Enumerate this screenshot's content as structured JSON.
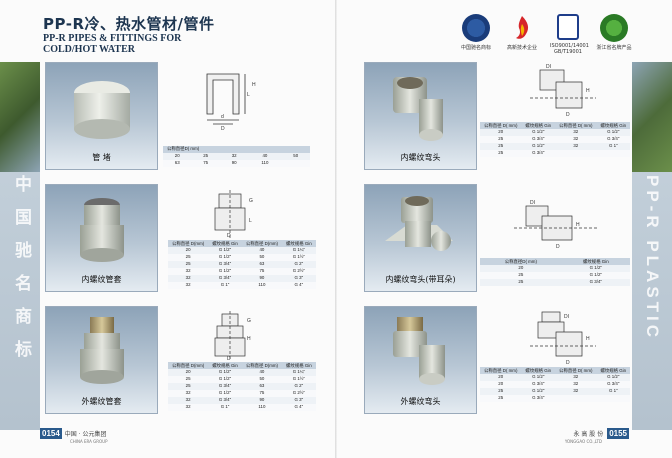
{
  "header": {
    "title_cn": "PP-R冷、热水管材/管件",
    "title_en_1": "PP-R PIPES & FITTINGS FOR",
    "title_en_2": "COLD/HOT WATER",
    "certs": [
      "中国驰名商标",
      "高新技术企业",
      "ISO9001/14001 GB/T19001",
      "浙江省名牌产品"
    ]
  },
  "side": {
    "left_vertical": "中国驰名商标",
    "right_vertical": "PP-R PLASTIC"
  },
  "products": [
    {
      "name": "管 堵"
    },
    {
      "name": "内螺纹管套"
    },
    {
      "name": "外螺纹管套"
    },
    {
      "name": "内螺纹弯头"
    },
    {
      "name": "内螺纹弯头(带耳朵)"
    },
    {
      "name": "外螺纹弯头"
    }
  ],
  "table_cap": {
    "header": "公称直径D( mm)",
    "row1": [
      "20",
      "25",
      "32",
      "40",
      "50"
    ],
    "row2": [
      "63",
      "75",
      "90",
      "110",
      ""
    ]
  },
  "table_female_coupling": {
    "headers": [
      "公称直径 D(mm)",
      "螺纹规格 Gin",
      "公称直径 D(mm)",
      "螺纹规格 Gin"
    ],
    "rows": [
      [
        "20",
        "G 1/2\"",
        "40",
        "G 1¼\""
      ],
      [
        "25",
        "G 1/2\"",
        "50",
        "G 1½\""
      ],
      [
        "25",
        "G 3/4\"",
        "63",
        "G 2\""
      ],
      [
        "32",
        "G 1/2\"",
        "75",
        "G 2½\""
      ],
      [
        "32",
        "G 3/4\"",
        "90",
        "G 3\""
      ],
      [
        "32",
        "G 1\"",
        "110",
        "G 4\""
      ]
    ]
  },
  "table_male_coupling": {
    "headers": [
      "公称直径 D(mm)",
      "螺纹规格 Gin",
      "公称直径 D(mm)",
      "螺纹规格 Gin"
    ],
    "rows": [
      [
        "20",
        "G 1/2\"",
        "40",
        "G 1¼\""
      ],
      [
        "25",
        "G 1/2\"",
        "50",
        "G 1½\""
      ],
      [
        "25",
        "G 3/4\"",
        "63",
        "G 2\""
      ],
      [
        "32",
        "G 1/2\"",
        "75",
        "G 2½\""
      ],
      [
        "32",
        "G 3/4\"",
        "90",
        "G 3\""
      ],
      [
        "32",
        "G 1\"",
        "110",
        "G 4\""
      ]
    ]
  },
  "table_female_elbow": {
    "headers": [
      "公称直径 D( mm)",
      "螺纹规格 Gin",
      "公称直径 D( mm)",
      "螺纹规格 Gin"
    ],
    "rows": [
      [
        "20",
        "G 1/2\"",
        "32",
        "G 1/2\""
      ],
      [
        "25",
        "G 3/4\"",
        "32",
        "G 3/4\""
      ],
      [
        "25",
        "G 1/2\"",
        "32",
        "G 1\""
      ],
      [
        "25",
        "G 3/4\"",
        "",
        ""
      ]
    ]
  },
  "table_eared_elbow": {
    "headers": [
      "公称直径D( mm)",
      "螺纹规格 Gin"
    ],
    "rows": [
      [
        "20",
        "G 1/2\""
      ],
      [
        "25",
        "G 1/2\""
      ],
      [
        "25",
        "G 3/4\""
      ]
    ]
  },
  "table_male_elbow": {
    "headers": [
      "公称直径 D( mm)",
      "螺纹规格 Gin",
      "公称直径 D( mm)",
      "螺纹规格 Gin"
    ],
    "rows": [
      [
        "20",
        "G 1/2\"",
        "32",
        "G 1/2\""
      ],
      [
        "20",
        "G 3/4\"",
        "32",
        "G 3/4\""
      ],
      [
        "25",
        "G 1/2\"",
        "32",
        "G 1\""
      ],
      [
        "25",
        "G 3/4\"",
        "",
        ""
      ]
    ]
  },
  "footer": {
    "left_page": "0154",
    "left_brand": "中国 · 公元集团",
    "left_brand_en": "CHINA ERA GROUP",
    "right_page": "0155",
    "right_brand": "永 高 股 份",
    "right_brand_en": "YONGGAO CO.,LTD"
  },
  "colors": {
    "navy": "#1d3550",
    "card_top": "#8da3b8",
    "table_head": "#c7d3df",
    "page_badge": "#2a5a8c"
  }
}
